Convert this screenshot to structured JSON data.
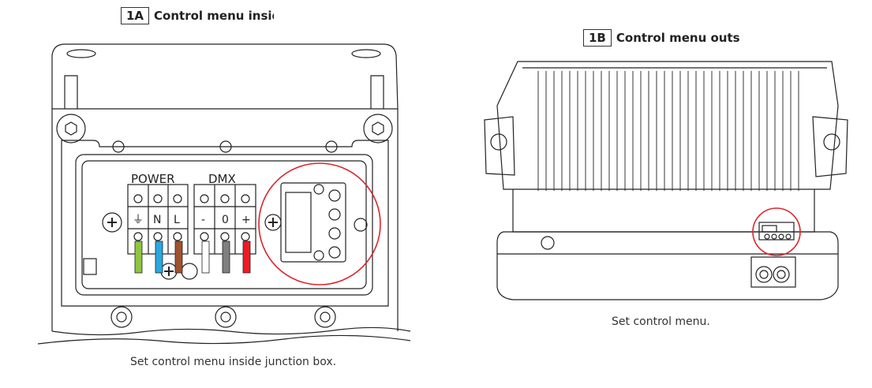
{
  "figure_a": {
    "number": "1A",
    "title": "Control menu inside",
    "caption": "Set control menu inside junction box.",
    "power_label": "POWER",
    "dmx_label": "DMX",
    "power_terminals": [
      "⏚",
      "N",
      "L"
    ],
    "dmx_terminals": [
      "-",
      "0",
      "+"
    ],
    "wire_colors": [
      "#8dc63f",
      "#29a8e0",
      "#a0522d",
      "#ffffff",
      "#808080",
      "#ed1c24"
    ],
    "highlight_color": "#d9262c"
  },
  "figure_b": {
    "number": "1B",
    "title": "Control menu outside",
    "caption": "Set control menu.",
    "highlight_color": "#d9262c"
  }
}
